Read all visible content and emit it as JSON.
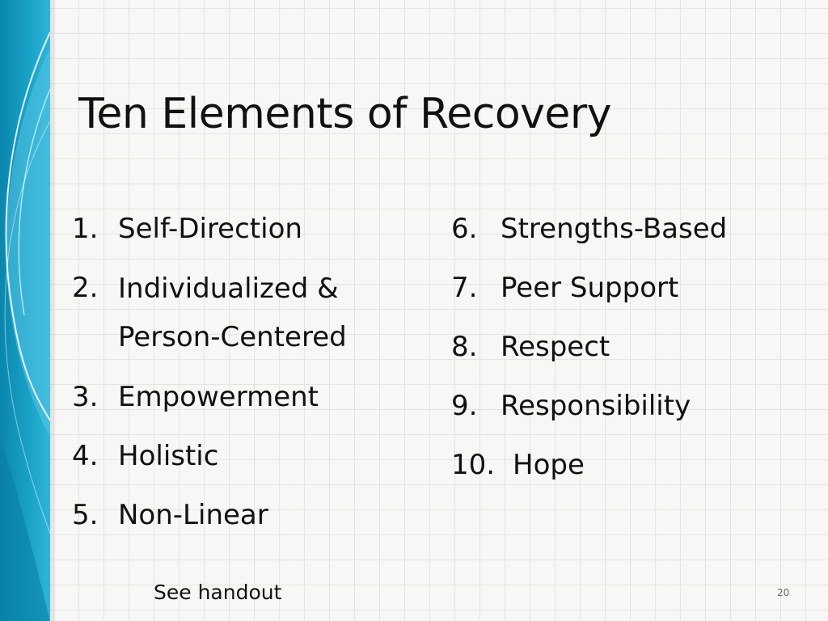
{
  "slide": {
    "title": "Ten Elements of Recovery",
    "left_items": [
      {
        "number": "1.",
        "text": "Self-Direction"
      },
      {
        "number": "2.",
        "text": "Individualized & Person-Centered"
      },
      {
        "number": "3.",
        "text": "Empowerment"
      },
      {
        "number": "4.",
        "text": "Holistic"
      },
      {
        "number": "5.",
        "text": "Non-Linear"
      }
    ],
    "right_items": [
      {
        "number": "6.",
        "text": "Strengths-Based"
      },
      {
        "number": "7.",
        "text": "Peer Support"
      },
      {
        "number": "8.",
        "text": "Respect"
      },
      {
        "number": "9.",
        "text": "Responsibility"
      },
      {
        "number": "10.",
        "text": "Hope"
      }
    ],
    "footnote": "See handout",
    "slide_number": "20"
  },
  "colors": {
    "band_primary": "#1aa3c8",
    "band_dark": "#0b86ad",
    "band_light": "#6fd0ea",
    "grid_line": "#e4e4e0",
    "background": "#f7f7f5",
    "text": "#111111"
  }
}
